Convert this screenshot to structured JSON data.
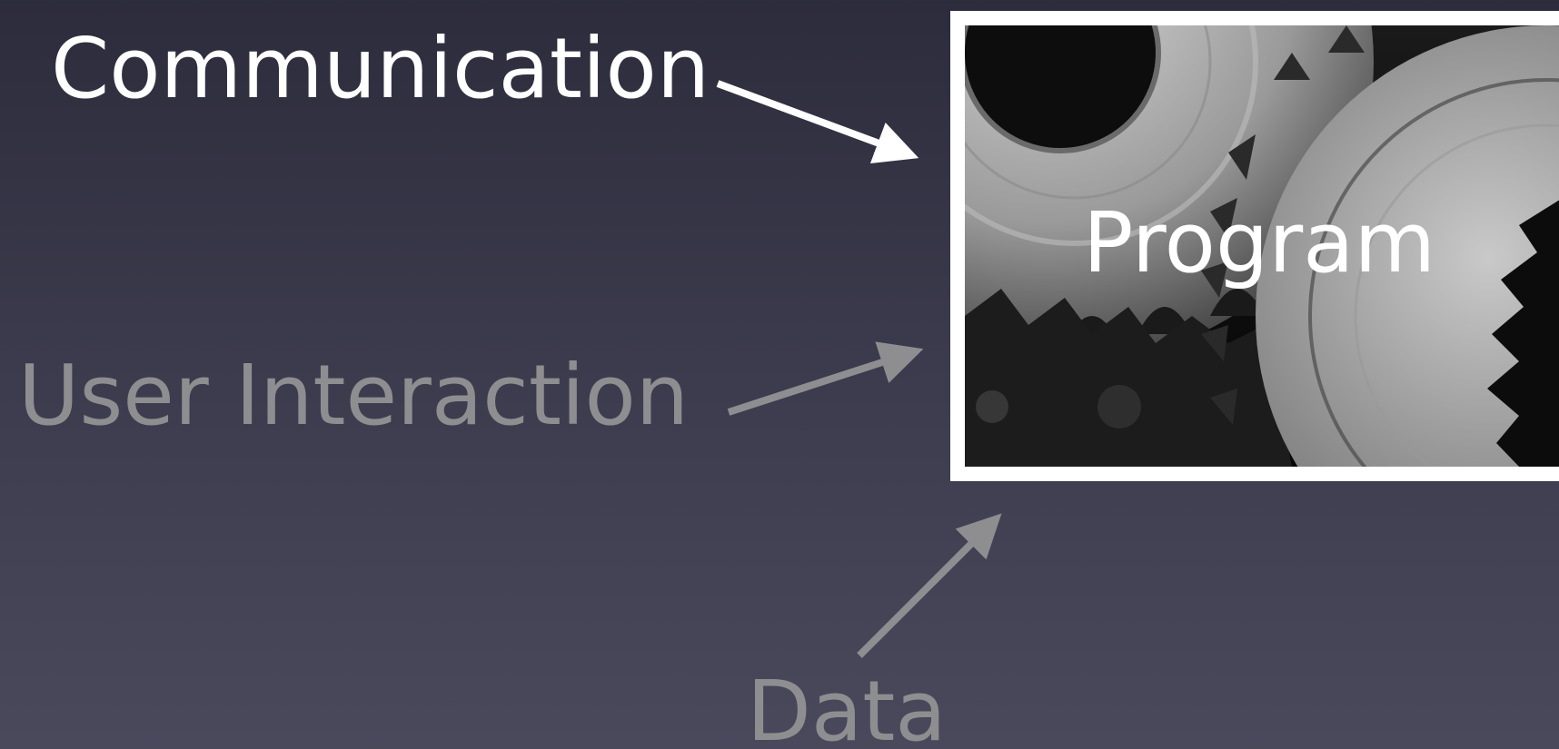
{
  "labels": {
    "communication": "Communication",
    "user_interaction": "User Interaction",
    "data": "Data",
    "program": "Program"
  },
  "colors": {
    "background_top": "#2d2c3c",
    "background_bottom": "#4a495c",
    "emphasis_text": "#ffffff",
    "muted_text": "#8e8e91",
    "emphasis_arrow": "#ffffff",
    "muted_arrow": "#8e8e91",
    "frame": "#ffffff"
  },
  "image": {
    "subject": "gears-photo"
  }
}
